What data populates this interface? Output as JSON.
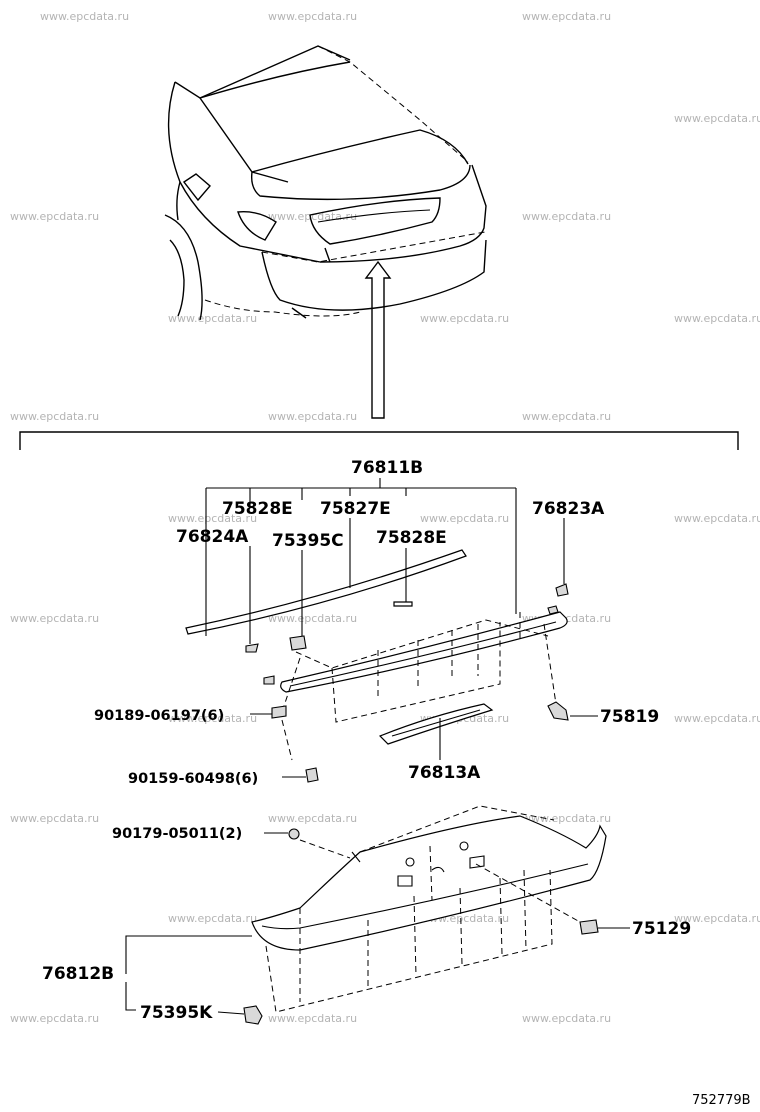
{
  "watermark": "www.epcdata.ru",
  "part_labels": {
    "p76811B": "76811B",
    "p75828E_a": "75828E",
    "p75827E": "75827E",
    "p76823A": "76823A",
    "p76824A": "76824A",
    "p75395C": "75395C",
    "p75828E_b": "75828E",
    "p90189": "90189-06197(6)",
    "p75819": "75819",
    "p90159": "90159-60498(6)",
    "p76813A": "76813A",
    "p90179": "90179-05011(2)",
    "p75129": "75129",
    "p76812B": "76812B",
    "p75395K": "75395K"
  },
  "figure_ref": "752779B"
}
